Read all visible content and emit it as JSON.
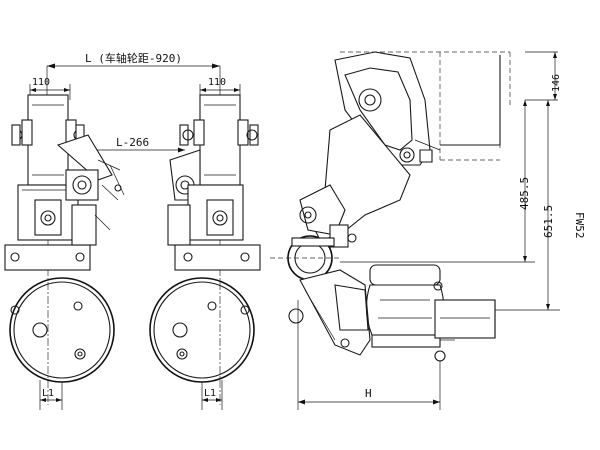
{
  "dimensions": {
    "wheelbase_label": "L (车轴轮距-920)",
    "left_width": "110",
    "right_width": "110",
    "inner_gap": "L-266",
    "left_offset": "L1",
    "right_offset": "L1",
    "height_146": "146",
    "height_485": "485.5",
    "height_651": "651.5",
    "model": "FW52",
    "width_h": "H"
  }
}
